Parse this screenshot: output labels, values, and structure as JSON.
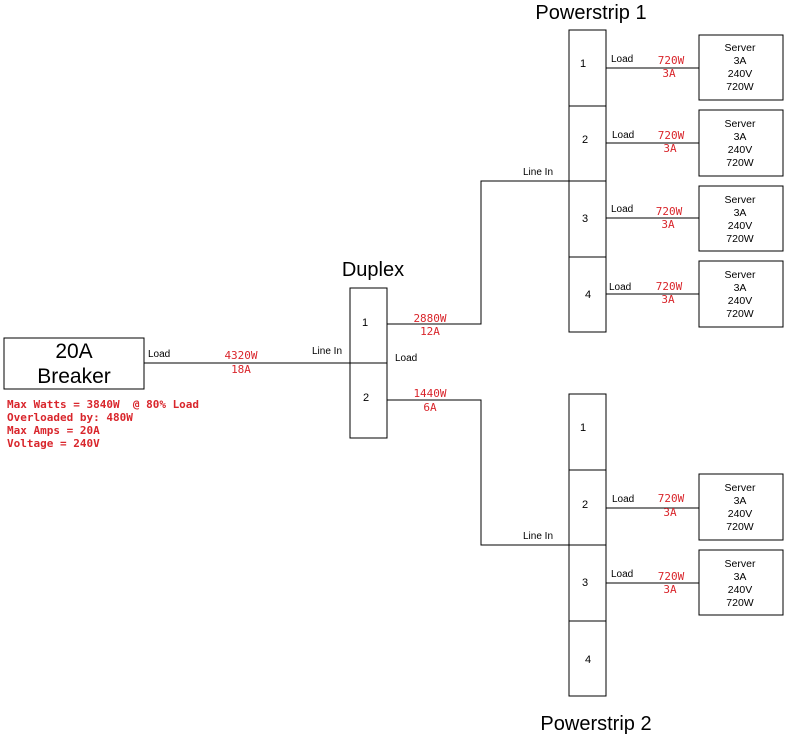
{
  "colors": {
    "accent": "#d9262c",
    "line": "#000000"
  },
  "breaker": {
    "title_line1": "20A",
    "title_line2": "Breaker",
    "notes": [
      "Max Watts = 3840W  @ 80% Load",
      "Overloaded by: 480W",
      "Max Amps = 20A",
      "Voltage = 240V"
    ]
  },
  "labels": {
    "load": "Load",
    "line_in": "Line In"
  },
  "feed": {
    "watts": "4320W",
    "amps": "18A"
  },
  "duplex": {
    "title": "Duplex",
    "outlets": [
      {
        "num": "1",
        "watts": "2880W",
        "amps": "12A"
      },
      {
        "num": "2",
        "watts": "1440W",
        "amps": "6A"
      }
    ]
  },
  "powerstrip1": {
    "title": "Powerstrip 1",
    "outlets": [
      "1",
      "2",
      "3",
      "4"
    ],
    "servers": [
      {
        "name": "Server",
        "amps": "3A",
        "volts": "240V",
        "watts": "720W",
        "load_watts": "720W",
        "load_amps": "3A"
      },
      {
        "name": "Server",
        "amps": "3A",
        "volts": "240V",
        "watts": "720W",
        "load_watts": "720W",
        "load_amps": "3A"
      },
      {
        "name": "Server",
        "amps": "3A",
        "volts": "240V",
        "watts": "720W",
        "load_watts": "720W",
        "load_amps": "3A"
      },
      {
        "name": "Server",
        "amps": "3A",
        "volts": "240V",
        "watts": "720W",
        "load_watts": "720W",
        "load_amps": "3A"
      }
    ]
  },
  "powerstrip2": {
    "title": "Powerstrip 2",
    "outlets": [
      "1",
      "2",
      "3",
      "4"
    ],
    "servers": [
      {
        "name": "Server",
        "amps": "3A",
        "volts": "240V",
        "watts": "720W",
        "load_watts": "720W",
        "load_amps": "3A"
      },
      {
        "name": "Server",
        "amps": "3A",
        "volts": "240V",
        "watts": "720W",
        "load_watts": "720W",
        "load_amps": "3A"
      }
    ]
  }
}
